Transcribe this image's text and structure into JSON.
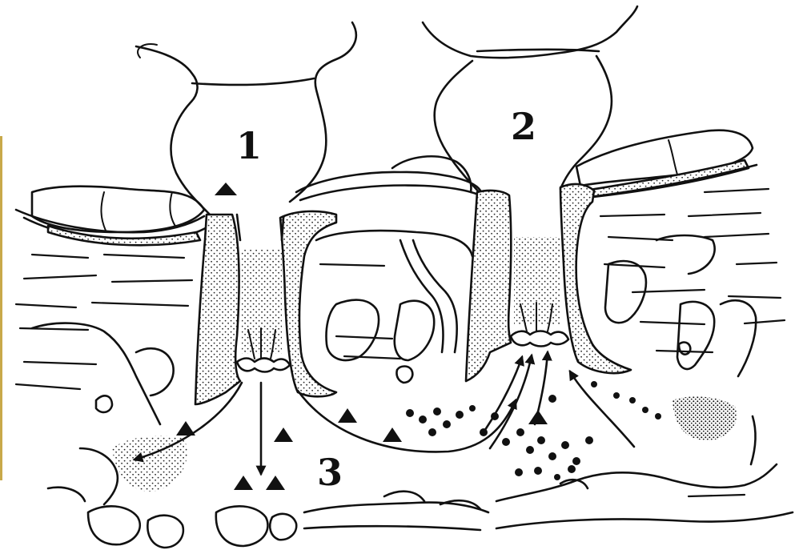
{
  "diagram": {
    "labels": {
      "one": "1",
      "two": "2",
      "three": "3"
    }
  }
}
